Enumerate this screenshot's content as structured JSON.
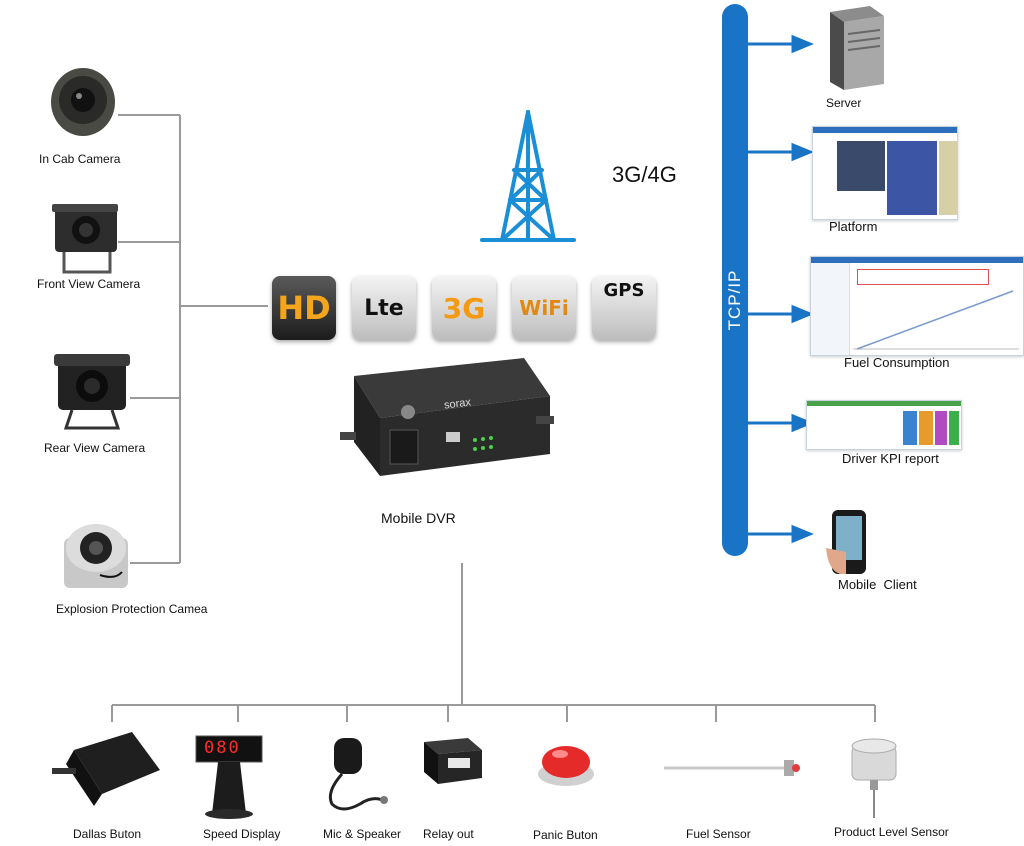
{
  "network_label": "3G/4G",
  "bus_label": "TCP/IP",
  "dvr": {
    "label": "Mobile DVR",
    "brand": "sorax"
  },
  "badges": {
    "hd": "HD",
    "lte": "Lte",
    "g3": "3G",
    "wifi": "WiFi",
    "gps": "GPS"
  },
  "cameras": [
    "In Cab Camera",
    "Front View Camera",
    "Rear View Camera",
    "Explosion Protection Camea"
  ],
  "clients": [
    "Server",
    "Platform",
    "Fuel Consumption",
    "Driver KPI report",
    "Mobile  Client"
  ],
  "peripherals": [
    "Dallas Buton",
    "Speed Display",
    "Mic & Speaker",
    "Relay out",
    "Panic Buton",
    "Fuel Sensor",
    "Product Level Sensor"
  ],
  "speed_display_value": "080",
  "colors": {
    "bus": "#1a74c6",
    "connector": "#9a9a9a",
    "tower": "#1a8fd6"
  }
}
